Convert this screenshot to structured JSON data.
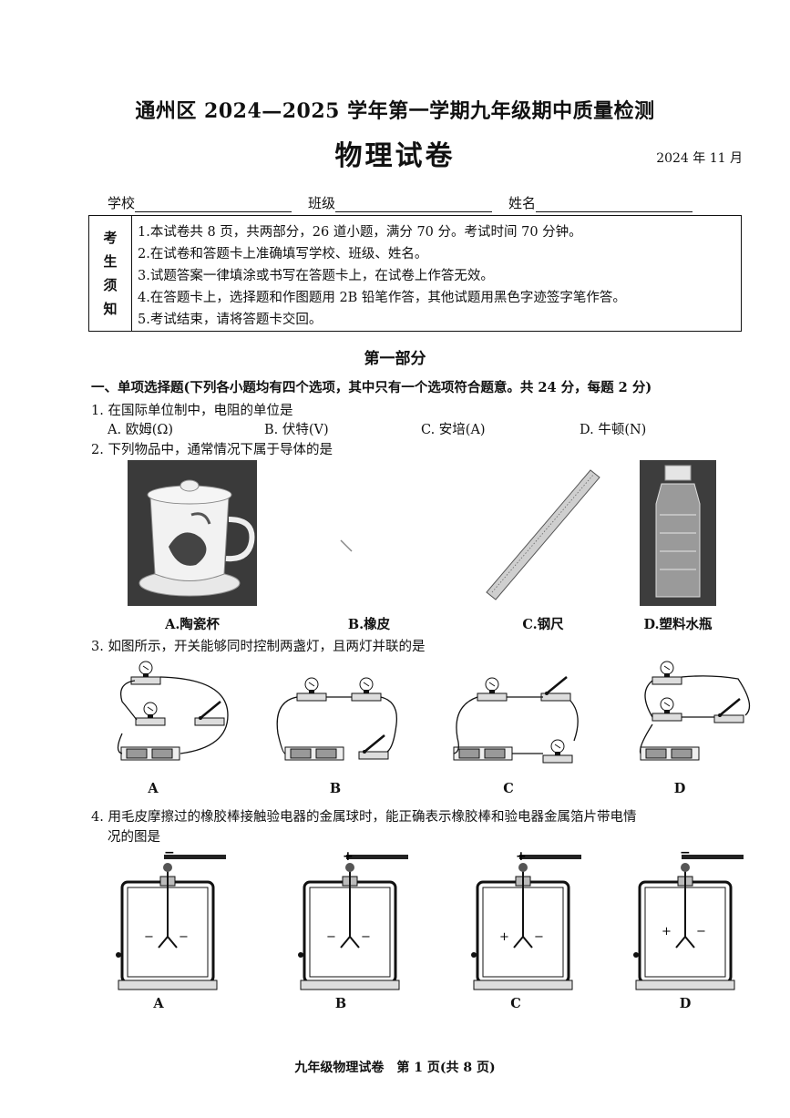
{
  "header": {
    "title": "通州区 2024—2025 学年第一学期九年级期中质量检测",
    "subtitle": "物理试卷",
    "date": "2024 年 11 月"
  },
  "fields": {
    "school": "学校",
    "class": "班级",
    "name": "姓名"
  },
  "notice": {
    "label": [
      "考",
      "生",
      "须",
      "知"
    ],
    "items": [
      "1.本试卷共 8 页，共两部分，26 道小题，满分 70 分。考试时间 70 分钟。",
      "2.在试卷和答题卡上准确填写学校、班级、姓名。",
      "3.试题答案一律填涂或书写在答题卡上，在试卷上作答无效。",
      "4.在答题卡上，选择题和作图题用 2B 铅笔作答，其他试题用黑色字迹签字笔作答。",
      "5.考试结束，请将答题卡交回。"
    ]
  },
  "part_title": "第一部分",
  "section": "一、单项选择题(下列各小题均有四个选项，其中只有一个选项符合题意。共 24 分，每题 2 分)",
  "q1": {
    "stem": "1. 在国际单位制中，电阻的单位是",
    "options": [
      "A. 欧姆(Ω)",
      "B. 伏特(V)",
      "C. 安培(A)",
      "D. 牛顿(N)"
    ]
  },
  "q2": {
    "stem": "2. 下列物品中，通常情况下属于导体的是",
    "captions": [
      "A.陶瓷杯",
      "B.橡皮",
      "C.钢尺",
      "D.塑料水瓶"
    ]
  },
  "q3": {
    "stem": "3. 如图所示，开关能够同时控制两盏灯，且两灯并联的是",
    "labels": [
      "A",
      "B",
      "C",
      "D"
    ]
  },
  "q4": {
    "stem_line1": "4. 用毛皮摩擦过的橡胶棒接触验电器的金属球时，能正确表示橡胶棒和验电器金属箔片带电情",
    "stem_line2": "况的图是",
    "labels": [
      "A",
      "B",
      "C",
      "D"
    ],
    "rod_signs": [
      "−",
      "+",
      "+",
      "−"
    ],
    "leaf_signs": [
      [
        "−",
        "−"
      ],
      [
        "−",
        "−"
      ],
      [
        "+",
        "−"
      ],
      [
        "+",
        "−"
      ]
    ]
  },
  "footer": "九年级物理试卷　第 1 页(共 8 页)"
}
